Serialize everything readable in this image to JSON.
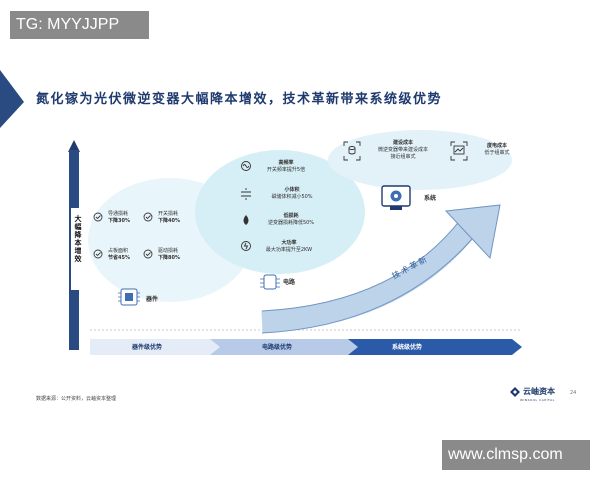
{
  "watermark_top": "TG: MYYJJPP",
  "watermark_bottom": "www.clmsp.com",
  "title": "氮化镓为光伏微逆变器大幅降本增效，技术革新带来系统级优势",
  "y_axis_label": "大幅降本增效",
  "device_level": {
    "items": [
      {
        "name": "导通损耗",
        "value": "下降30%"
      },
      {
        "name": "开关损耗",
        "value": "下降40%"
      },
      {
        "name": "占板面积",
        "value": "节省45%"
      },
      {
        "name": "驱动损耗",
        "value": "下降80%"
      }
    ],
    "label": "器件"
  },
  "circuit_level": {
    "items": [
      {
        "name": "高频率",
        "desc": "开关频率提升5倍"
      },
      {
        "name": "小体积",
        "desc": "磁储体积减小50%"
      },
      {
        "name": "低损耗",
        "desc": "逆变器损耗降低50%"
      },
      {
        "name": "大功率",
        "desc": "最大功率提升至2KW"
      }
    ],
    "label": "电路"
  },
  "system_level": {
    "items": [
      {
        "name": "建设成本",
        "desc1": "微逆变器带来建设成本",
        "desc2": "接近组串式"
      },
      {
        "name": "度电成本",
        "desc1": "低于组串式",
        "desc2": ""
      }
    ],
    "label": "系统"
  },
  "arrow_text": "技术革新",
  "stages": [
    "器件级优势",
    "电路级优势",
    "系统级优势"
  ],
  "source": "数据来源：公开资料，云岫资本整理",
  "logo": {
    "name": "云岫资本",
    "sub": "WINSOUL CAPITAL"
  },
  "page_number": "24",
  "colors": {
    "brand": "#1e3a6e",
    "accent": "#2f5e9a",
    "bubble": "#dff1f7",
    "stage_light": "#e4ecf7",
    "stage_mid": "#b7cbe8",
    "stage_dark": "#2a5aa8"
  }
}
